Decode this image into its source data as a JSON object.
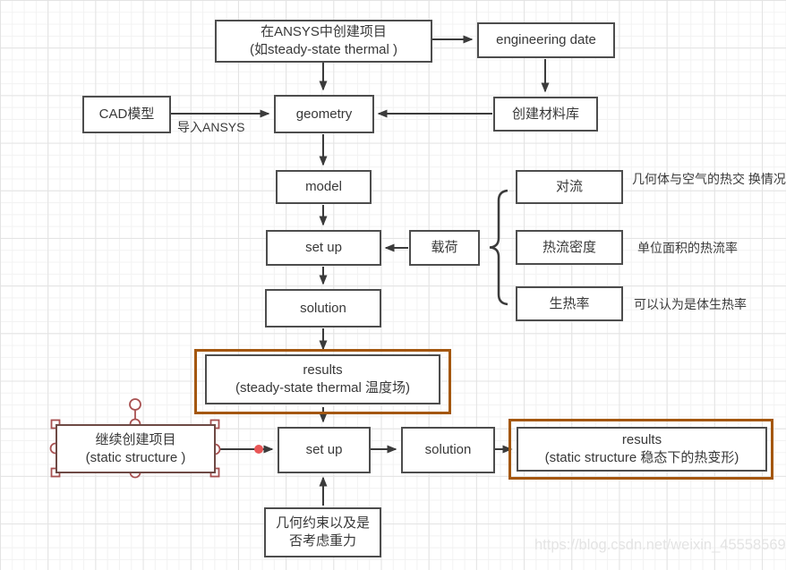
{
  "colors": {
    "box_border": "#4d4d4d",
    "highlight_border": "#a4570e",
    "selection_handle": "#a85151",
    "connector_dot": "#e85656",
    "text": "#383838"
  },
  "nodes": {
    "create_project": {
      "line1": "在ANSYS中创建项目",
      "line2": "(如steady-state thermal )"
    },
    "engineering_date": {
      "label": "engineering date"
    },
    "cad_model": {
      "label": "CAD模型"
    },
    "geometry": {
      "label": "geometry"
    },
    "material_lib": {
      "label": "创建材料库"
    },
    "model": {
      "label": "model"
    },
    "setup1": {
      "label": "set up"
    },
    "load": {
      "label": "载荷"
    },
    "convection": {
      "label": "对流"
    },
    "heat_flux": {
      "label": "热流密度"
    },
    "heat_gen": {
      "label": "生热率"
    },
    "solution1": {
      "label": "solution"
    },
    "results1": {
      "line1": "results",
      "line2": "(steady-state thermal 温度场)"
    },
    "continue_project": {
      "line1": "继续创建项目",
      "line2": "(static structure )"
    },
    "setup2": {
      "label": "set up"
    },
    "solution2": {
      "label": "solution"
    },
    "results2": {
      "line1": "results",
      "line2": "(static structure 稳态下的热变形)"
    },
    "constraints": {
      "line1": "几何约束以及是",
      "line2": "否考虑重力"
    }
  },
  "annotations": {
    "import_ansys": "导入ANSYS",
    "convection_note_line1": "几何体与空气的热交",
    "convection_note_line2": "换情况即散热情况",
    "heat_flux_note": "单位面积的热流率",
    "heat_gen_note": "可以认为是体生热率"
  },
  "watermark": "https://blog.csdn.net/weixin_45558569"
}
